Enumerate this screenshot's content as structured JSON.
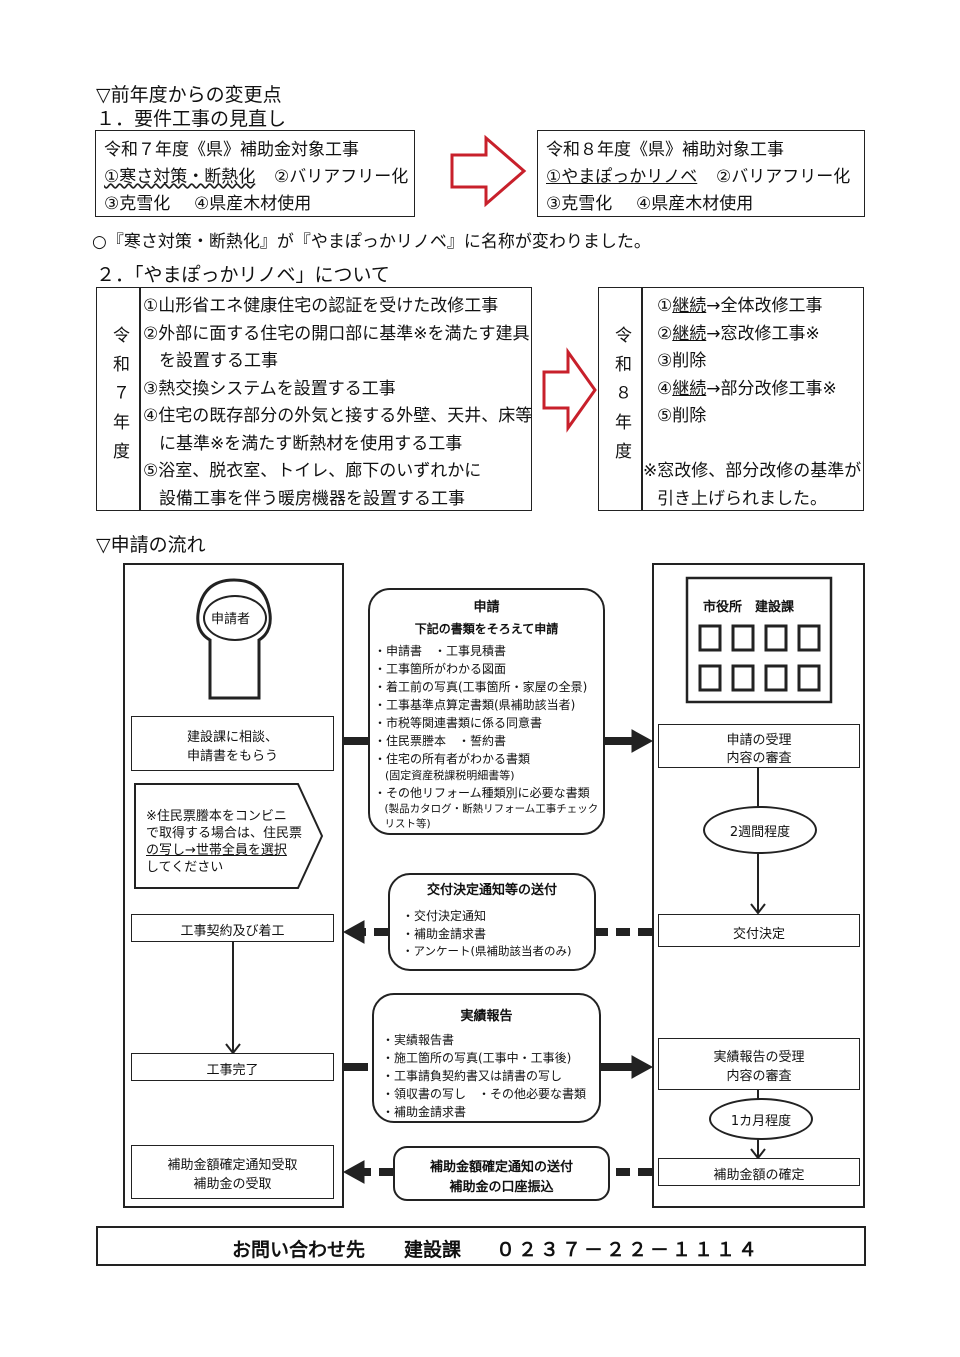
{
  "section1": {
    "heading": "▽前年度からの変更点",
    "sub1": "１．要件工事の見直し",
    "r7": {
      "title": "令和７年度《県》補助金対象工事",
      "item1": "①寒さ対策・断熱化",
      "item2": "②バリアフリー化",
      "item3": "③克雪化",
      "item4": "④県産木材使用"
    },
    "r8": {
      "title": "令和８年度《県》補助対象工事",
      "item1": "①やまぽっかリノベ",
      "item2": "②バリアフリー化",
      "item3": "③克雪化",
      "item4": "④県産木材使用"
    },
    "note": "○『寒さ対策・断熱化』が『やまぽっかリノベ』に名称が変わりました。"
  },
  "section2": {
    "sub2": "２．「やまぽっかリノベ」について",
    "r7_label": "令和７年度",
    "r7_lines": [
      "①山形省エネ健康住宅の認証を受けた改修工事",
      "②外部に面する住宅の開口部に基準※を満たす建具",
      "を設置する工事",
      "③熱交換システムを設置する工事",
      "④住宅の既存部分の外気と接する外壁、天井、床等",
      "に基準※を満たす断熱材を使用する工事",
      "⑤浴室、脱衣室、トイレ、廊下のいずれかに",
      "設備工事を伴う暖房機器を設置する工事"
    ],
    "r8_label": "令和８年度",
    "r8_items": [
      {
        "num": "①",
        "status": "継続",
        "rest": "→全体改修工事"
      },
      {
        "num": "②",
        "status": "継続",
        "rest": "→窓改修工事※"
      },
      {
        "num": "③",
        "status": "削除",
        "rest": ""
      },
      {
        "num": "④",
        "status": "継続",
        "rest": "→部分改修工事※"
      },
      {
        "num": "⑤",
        "status": "削除",
        "rest": ""
      }
    ],
    "r8_note1": "※窓改修、部分改修の基準が",
    "r8_note2": "引き上げられました。"
  },
  "flow": {
    "heading": "▽申請の流れ",
    "applicant": "申請者",
    "city_office": "市役所　建設課",
    "left": {
      "consult1": "建設課に相談、",
      "consult2": "申請書をもらう",
      "note_lines": [
        "※住民票謄本をコンビニ",
        "で取得する場合は、住民票",
        "の写し→世帯全員を選択",
        "してください"
      ],
      "contract": "工事契約及び着工",
      "complete": "工事完了",
      "receive1": "補助金額確定通知受取",
      "receive2": "補助金の受取"
    },
    "apply": {
      "title": "申請",
      "subtitle": "下記の書類をそろえて申請",
      "lines": [
        "・申請書　・工事見積書",
        "・工事箇所がわかる図面",
        "・着工前の写真(工事箇所・家屋の全景)",
        "・工事基準点算定書類(県補助該当者)",
        "・市税等関連書類に係る同意書",
        "・住民票謄本　・誓約書",
        "・住宅の所有者がわかる書類",
        "　(固定資産税課税明細書等)",
        "・その他リフォーム種類別に必要な書類",
        "　(製品カタログ・断熱リフォーム工事チェック",
        "　リスト等)"
      ]
    },
    "notice": {
      "title": "交付決定通知等の送付",
      "lines": [
        "・交付決定通知",
        "・補助金請求書",
        "・アンケート(県補助該当者のみ)"
      ]
    },
    "report": {
      "title": "実績報告",
      "lines": [
        "・実績報告書",
        "・施工箇所の写真(工事中・工事後)",
        "・工事請負契約書又は請書の写し",
        "・領収書の写し　・その他必要な書類",
        "・補助金請求書"
      ]
    },
    "final_notice": {
      "line1": "補助金額確定通知の送付",
      "line2": "補助金の口座振込"
    },
    "right": {
      "receipt1": "申請の受理",
      "receipt2": "内容の審査",
      "two_weeks": "2週間程度",
      "decision": "交付決定",
      "report_receipt1": "実績報告の受理",
      "report_receipt2": "内容の審査",
      "one_month": "1カ月程度",
      "confirm": "補助金額の確定"
    }
  },
  "contact": {
    "label": "お問い合わせ先",
    "dept": "建設課",
    "phone": "０２３７－２２－１１１４"
  },
  "colors": {
    "arrow_red": "#c8202b",
    "ink": "#111111"
  }
}
